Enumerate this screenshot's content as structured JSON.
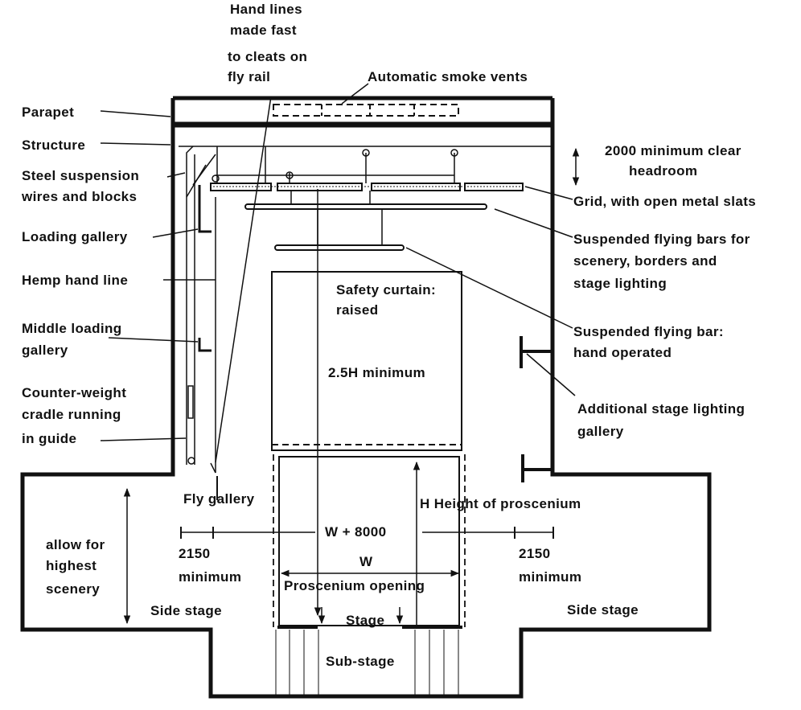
{
  "labels": {
    "hand_lines_1": "Hand lines",
    "hand_lines_2": "made fast",
    "hand_lines_3": "to cleats on",
    "hand_lines_4": "fly rail",
    "smoke_vents": "Automatic smoke vents",
    "parapet": "Parapet",
    "structure": "Structure",
    "steel_1": "Steel suspension",
    "steel_2": "wires and blocks",
    "loading_gallery": "Loading gallery",
    "hemp": "Hemp hand line",
    "middle_1": "Middle loading",
    "middle_2": "gallery",
    "cw_1": "Counter-weight",
    "cw_2": "cradle running",
    "cw_3": "in guide",
    "headroom_1": "2000 minimum clear",
    "headroom_2": "headroom",
    "grid": "Grid, with open metal slats",
    "flying_1": "Suspended flying bars for",
    "flying_2": "scenery, borders and",
    "flying_3": "stage lighting",
    "safety_1": "Safety curtain:",
    "safety_2": "raised",
    "hand_bar_1": "Suspended flying bar:",
    "hand_bar_2": "hand operated",
    "height_min": "2.5H minimum",
    "add_light_1": "Additional stage lighting",
    "add_light_2": "gallery",
    "fly_gallery": "Fly gallery",
    "prosc_height": "H Height of proscenium",
    "w_plus": "W + 8000",
    "side_dim_left_1": "2150",
    "side_dim_left_2": "minimum",
    "side_dim_right_1": "2150",
    "side_dim_right_2": "minimum",
    "allow_1": "allow for",
    "allow_2": "highest",
    "allow_3": "scenery",
    "w": "W",
    "prosc_opening": "Proscenium opening",
    "side_stage_left": "Side stage",
    "side_stage_right": "Side stage",
    "stage": "Stage",
    "sub_stage": "Sub-stage"
  }
}
